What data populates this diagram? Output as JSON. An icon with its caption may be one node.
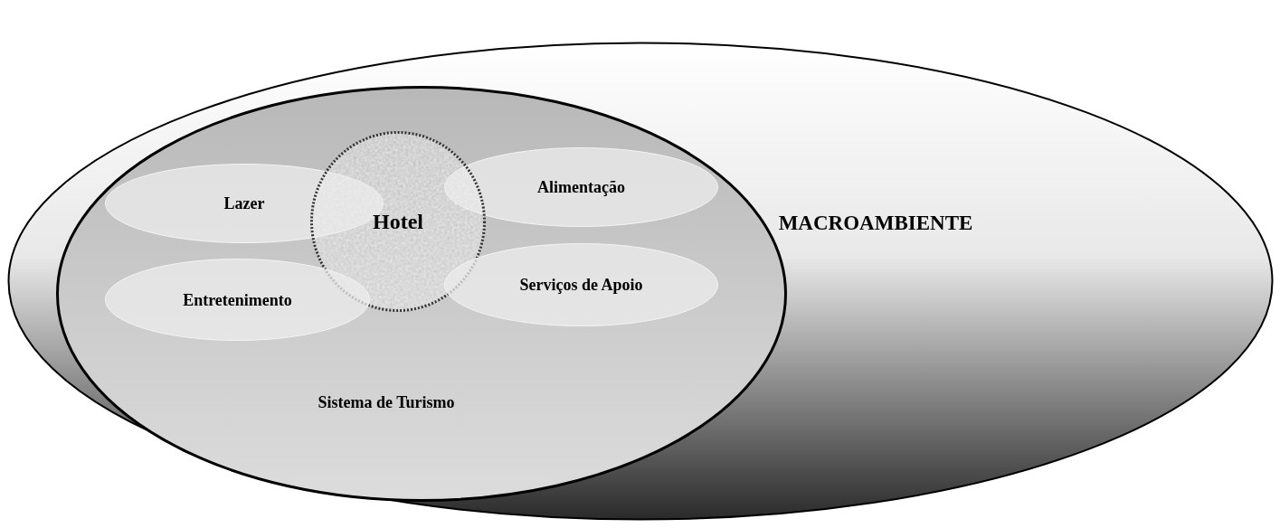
{
  "diagram": {
    "nodes": [
      {
        "text": [
          "MACROAMBIENTE"
        ]
      },
      {
        "text": [
          "Sistema de Turismo"
        ],
        "in": 0
      },
      {
        "text": [
          "Lazer"
        ],
        "in": 1
      },
      {
        "text": [
          "Alimentação"
        ],
        "in": 1
      },
      {
        "text": [
          "Hotel"
        ],
        "in": 1
      },
      {
        "text": [
          "Entretenimento"
        ],
        "in": 1
      },
      {
        "text": [
          "Serviços de Apoio"
        ],
        "in": 1
      }
    ]
  }
}
